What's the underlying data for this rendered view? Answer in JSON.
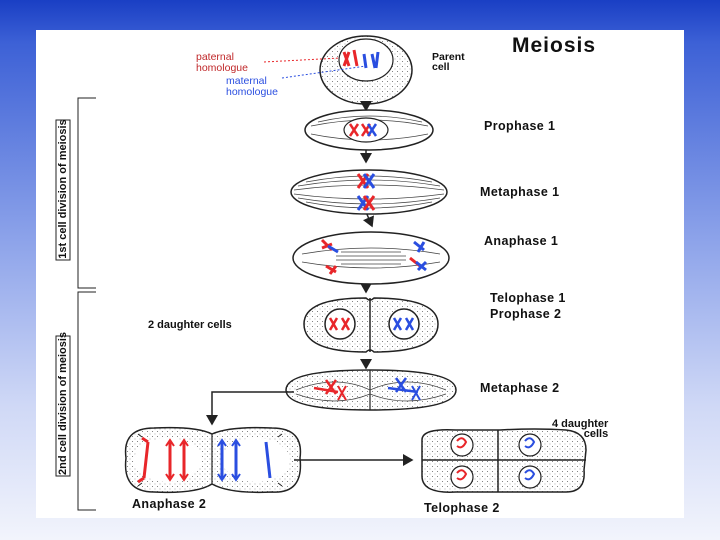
{
  "title": "Meiosis",
  "labels": {
    "paternal": "paternal\nhomologue",
    "maternal": "maternal\nhomologue",
    "parent_cell": "Parent\ncell",
    "daughter2": "2 daughter cells",
    "daughter4": "4 daughter\ncells"
  },
  "stages": {
    "prophase1": "Prophase 1",
    "metaphase1": "Metaphase 1",
    "anaphase1": "Anaphase 1",
    "telophase1": "Telophase 1",
    "prophase2": "Prophase 2",
    "metaphase2": "Metaphase 2",
    "anaphase2": "Anaphase 2",
    "telophase2": "Telophase 2"
  },
  "side_labels": {
    "first": "1st cell division of meiosis",
    "second": "2nd cell division of meiosis"
  },
  "colors": {
    "paternal": "#e8262a",
    "maternal": "#2a4ee0",
    "outline": "#222222"
  }
}
